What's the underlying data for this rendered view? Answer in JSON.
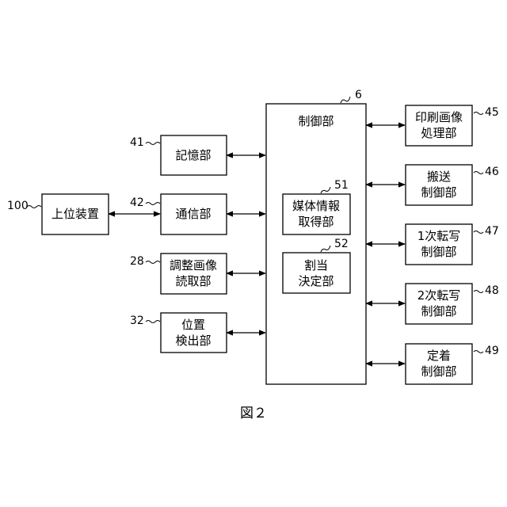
{
  "figure": {
    "caption": "図２"
  },
  "host": {
    "label": [
      "上位装置"
    ],
    "ref": "100"
  },
  "controller": {
    "label": "制御部",
    "ref": "6",
    "sub_media": {
      "label": [
        "媒体情報",
        "取得部"
      ],
      "ref": "51"
    },
    "sub_alloc": {
      "label": [
        "割当",
        "決定部"
      ],
      "ref": "52"
    }
  },
  "left_units": [
    {
      "id": "storage",
      "label": [
        "記憶部"
      ],
      "ref": "41"
    },
    {
      "id": "comm",
      "label": [
        "通信部"
      ],
      "ref": "42"
    },
    {
      "id": "adjust",
      "label": [
        "調整画像",
        "読取部"
      ],
      "ref": "28"
    },
    {
      "id": "position",
      "label": [
        "位置",
        "検出部"
      ],
      "ref": "32"
    }
  ],
  "right_units": [
    {
      "id": "print-image",
      "label": [
        "印刷画像",
        "処理部"
      ],
      "ref": "45"
    },
    {
      "id": "transport",
      "label": [
        "搬送",
        "制御部"
      ],
      "ref": "46"
    },
    {
      "id": "primary-transfer",
      "label": [
        "1次転写",
        "制御部"
      ],
      "ref": "47"
    },
    {
      "id": "secondary-transfer",
      "label": [
        "2次転写",
        "制御部"
      ],
      "ref": "48"
    },
    {
      "id": "fixing",
      "label": [
        "定着",
        "制御部"
      ],
      "ref": "49"
    }
  ]
}
